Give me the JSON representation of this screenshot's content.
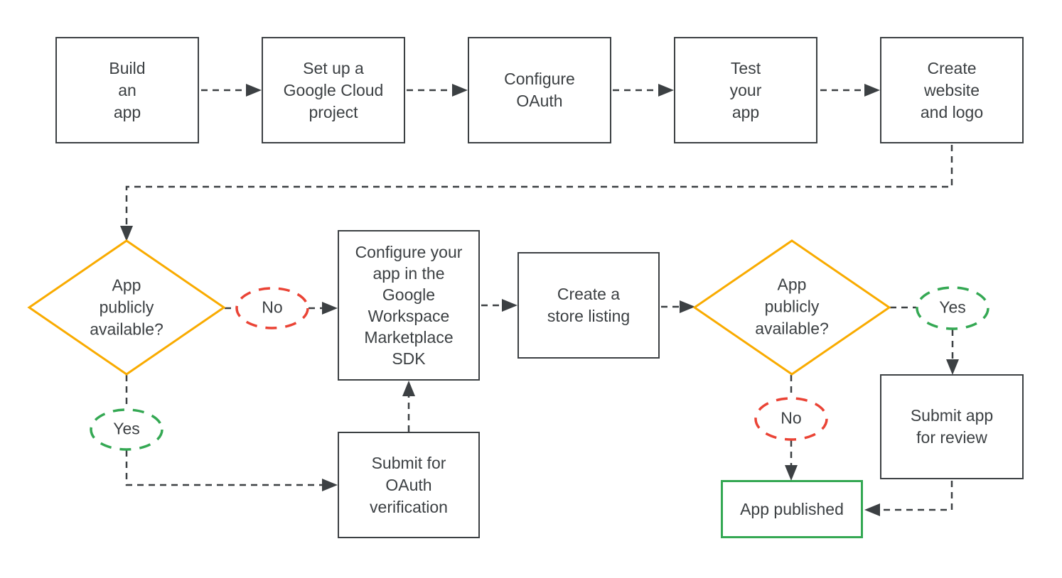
{
  "colors": {
    "line": "#3c4043",
    "text": "#3c4043",
    "yellow": "#f9ab00",
    "red": "#ea4335",
    "green": "#34a853",
    "bg": "#ffffff"
  },
  "nodes": {
    "build_app": {
      "label": "Build\nan\napp"
    },
    "setup_project": {
      "label": "Set up a\nGoogle Cloud\nproject"
    },
    "configure_oauth": {
      "label": "Configure\nOAuth"
    },
    "test_app": {
      "label": "Test\nyour\napp"
    },
    "create_website": {
      "label": "Create\nwebsite\nand logo"
    },
    "configure_sdk": {
      "label": "Configure your\napp in the\nGoogle\nWorkspace\nMarketplace\nSDK"
    },
    "store_listing": {
      "label": "Create a\nstore listing"
    },
    "submit_oauth": {
      "label": "Submit for\nOAuth\nverification"
    },
    "submit_review": {
      "label": "Submit app\nfor review"
    },
    "app_published": {
      "label": "App published"
    }
  },
  "decisions": {
    "d1": {
      "label": "App\npublicly\navailable?"
    },
    "d2": {
      "label": "App\npublicly\navailable?"
    }
  },
  "branches": {
    "no1": {
      "label": "No"
    },
    "yes1": {
      "label": "Yes"
    },
    "yes2": {
      "label": "Yes"
    },
    "no2": {
      "label": "No"
    }
  }
}
